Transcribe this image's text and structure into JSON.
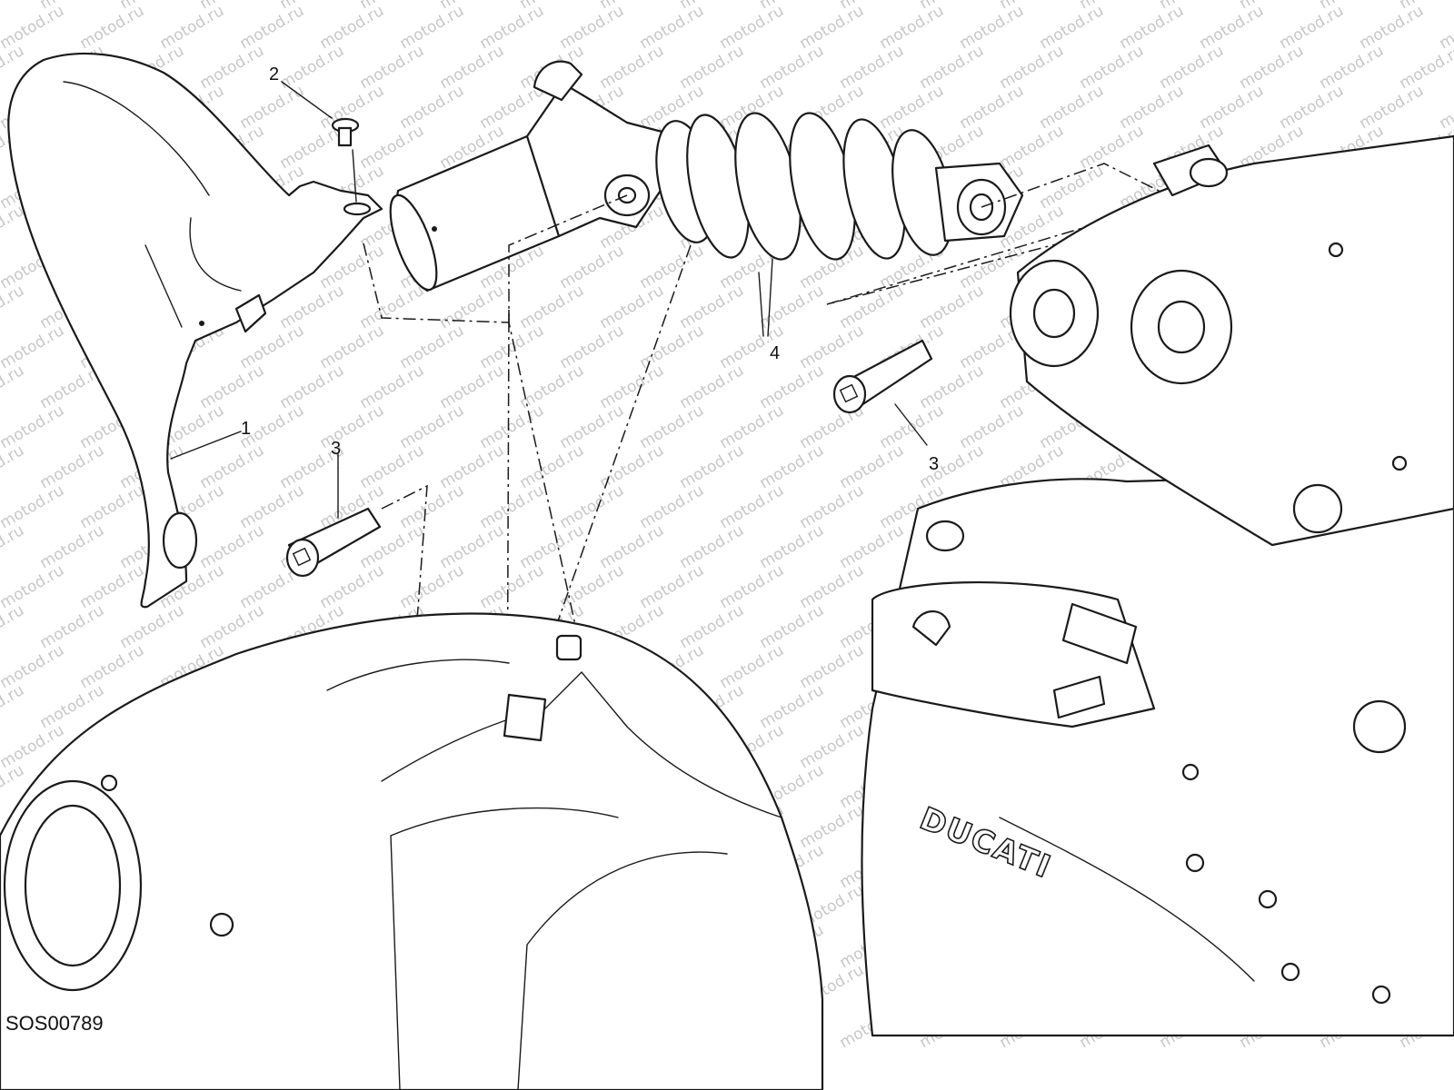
{
  "diagram": {
    "drawing_code": "SOS00789",
    "watermark": "motod.ru",
    "brand_mark": "DUCATI",
    "callouts": [
      {
        "id": "1",
        "label": "1"
      },
      {
        "id": "2",
        "label": "2"
      },
      {
        "id": "3a",
        "label": "3"
      },
      {
        "id": "3b",
        "label": "3"
      },
      {
        "id": "4",
        "label": "4"
      }
    ]
  }
}
